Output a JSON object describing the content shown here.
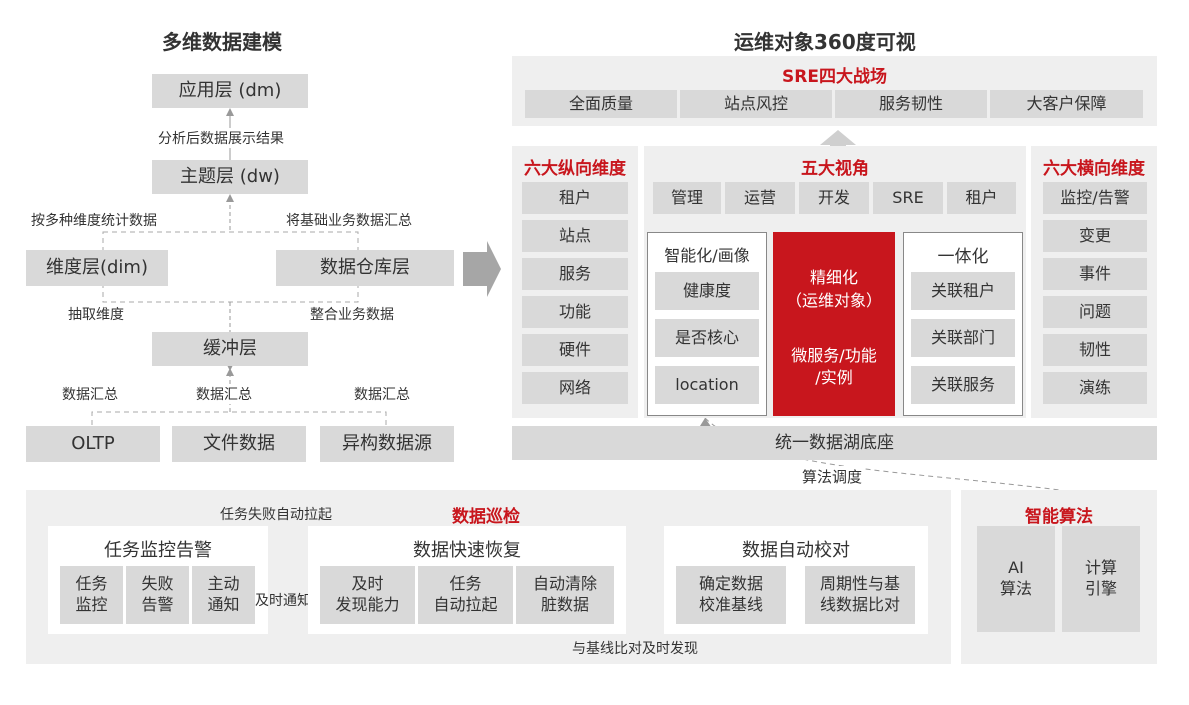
{
  "left": {
    "title": "多维数据建模",
    "app_layer": "应用层 (dm)",
    "app_note": "分析后数据展示结果",
    "topic_layer": "主题层 (dw)",
    "note_left": "按多种维度统计数据",
    "note_right": "将基础业务数据汇总",
    "dim_layer": "维度层(dim)",
    "dw_layer": "数据仓库层",
    "extract_note": "抽取维度",
    "integrate_note": "整合业务数据",
    "buffer_layer": "缓冲层",
    "sum1": "数据汇总",
    "sum2": "数据汇总",
    "sum3": "数据汇总",
    "src1": "OLTP",
    "src2": "文件数据",
    "src3": "异构数据源"
  },
  "right": {
    "title": "运维对象360度可视",
    "sre_title": "SRE四大战场",
    "sre_items": [
      "全面质量",
      "站点风控",
      "服务韧性",
      "大客户保障"
    ],
    "vertical_title": "六大纵向维度",
    "vertical_items": [
      "租户",
      "站点",
      "服务",
      "功能",
      "硬件",
      "网络"
    ],
    "five_title": "五大视角",
    "five_items": [
      "管理",
      "运营",
      "开发",
      "SRE",
      "租户"
    ],
    "smart_title": "智能化/画像",
    "smart_items": [
      "健康度",
      "是否核心",
      "location"
    ],
    "fine_title": "精细化",
    "fine_sub": "（运维对象）",
    "fine_body_1": "微服务/功能",
    "fine_body_2": "/实例",
    "integ_title": "一体化",
    "integ_items": [
      "关联租户",
      "关联部门",
      "关联服务"
    ],
    "horizontal_title": "六大横向维度",
    "horizontal_items": [
      "监控/告警",
      "变更",
      "事件",
      "问题",
      "韧性",
      "演练"
    ],
    "lake": "统一数据湖底座",
    "algo_schedule": "算法调度"
  },
  "bottom": {
    "inspect_title": "数据巡检",
    "task_fail_note": "任务失败自动拉起",
    "task_box_title": "任务监控告警",
    "task_items": [
      [
        "任务",
        "监控"
      ],
      [
        "失败",
        "告警"
      ],
      [
        "主动",
        "通知"
      ]
    ],
    "notify_note": "及时通知",
    "recover_title": "数据快速恢复",
    "recover_items": [
      [
        "及时",
        "发现能力"
      ],
      [
        "任务",
        "自动拉起"
      ],
      [
        "自动清除",
        "脏数据"
      ]
    ],
    "check_title": "数据自动校对",
    "check_items": [
      [
        "确定数据",
        "校准基线"
      ],
      [
        "周期性与基",
        "线数据比对"
      ]
    ],
    "baseline_note": "与基线比对及时发现",
    "ai_title": "智能算法",
    "ai_items": [
      [
        "AI",
        "算法"
      ],
      [
        "计算",
        "引擎"
      ]
    ]
  },
  "colors": {
    "accent_red": "#c8161d",
    "box_gray": "#d9d9d9",
    "panel_gray": "#efefef"
  }
}
